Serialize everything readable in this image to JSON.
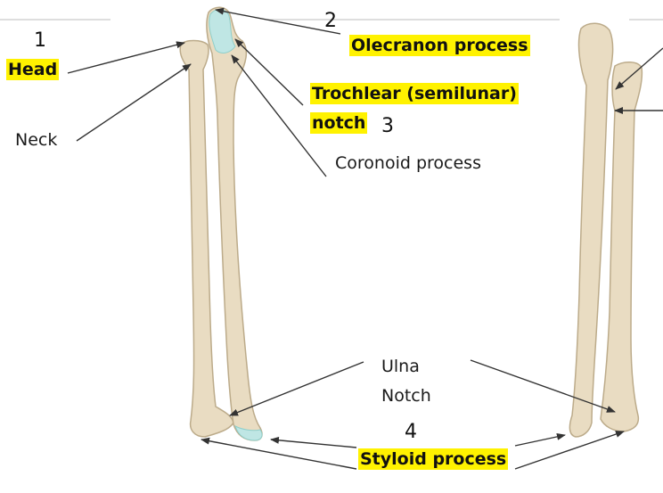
{
  "diagram": {
    "colors": {
      "bone_fill": "#e9dcc2",
      "bone_stroke": "#bcab8a",
      "cartilage": "#bfe6e4",
      "highlight": "#fff200",
      "line": "#333333",
      "rule": "#bdbdbd"
    },
    "numbers": [
      "1",
      "2",
      "3",
      "4"
    ],
    "labels": {
      "head": "Head",
      "neck": "Neck",
      "olecranon": "Olecranon process",
      "trochlear_line1": "Trochlear (semilunar)",
      "trochlear_line2": "notch",
      "coronoid": "Coronoid process",
      "ulna": "Ulna",
      "notch": "Notch",
      "styloid": "Styloid process"
    },
    "highlighted": [
      "head",
      "olecranon",
      "trochlear",
      "styloid"
    ]
  }
}
